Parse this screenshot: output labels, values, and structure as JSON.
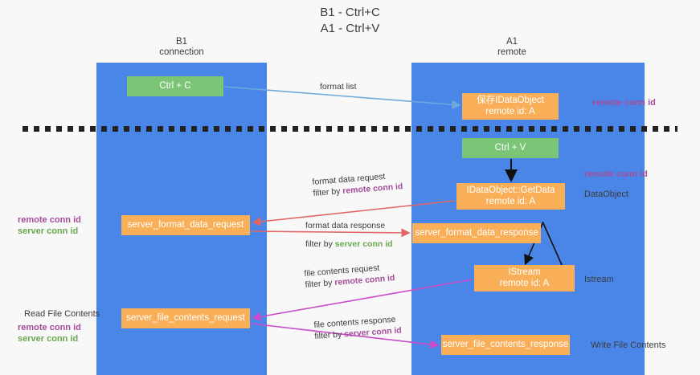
{
  "title": {
    "line1": "B1 - Ctrl+C",
    "line2": "A1 - Ctrl+V"
  },
  "lanes": {
    "b1": {
      "name": "B1",
      "role": "connection"
    },
    "a1": {
      "name": "A1",
      "role": "remote"
    }
  },
  "nodes": {
    "ctrl_c": {
      "line1": "Ctrl + C",
      "line2": ""
    },
    "idataobject": {
      "line1": "保存IDataObject",
      "line2": "remote id: A"
    },
    "ctrl_v": {
      "line1": "Ctrl + V",
      "line2": ""
    },
    "getdata": {
      "line1": "IDataObject::GetData",
      "line2": "remote id: A"
    },
    "server_format_data_request": {
      "line1": "server_format_data_request"
    },
    "server_format_data_response": {
      "line1": "server_format_data_response"
    },
    "istream": {
      "line1": "IStream",
      "line2": "remote id: A"
    },
    "server_file_contents_request": {
      "line1": "server_file_contents_request"
    },
    "server_file_contents_response": {
      "line1": "server_file_contents_response"
    }
  },
  "edge_labels": {
    "format_list": "format list",
    "format_data_request": "format data request",
    "format_data_request_filter_prefix": "filter by ",
    "format_data_request_filter_key": "remote conn id",
    "format_data_response": "format data response",
    "format_data_response_filter_prefix": "filter by ",
    "format_data_response_filter_key": "server conn id",
    "file_contents_request": "file contents request",
    "file_contents_request_filter_prefix": "filter by ",
    "file_contents_request_filter_key": "remote conn id",
    "file_contents_response": "file contents response",
    "file_contents_response_filter_prefix": "filter by ",
    "file_contents_response_filter_key": "server conn id"
  },
  "annotations": {
    "remote_conn_id_top": "remote conn id",
    "remote_conn_id_mid": "remote conn id",
    "dataobject": "DataObject",
    "istream": "Istream",
    "write_file_contents": "Write File Contents",
    "read_file_contents": "Read File Contents",
    "left_mid_remote": "remote conn id",
    "left_mid_server": "server conn id",
    "left_bot_remote": "remote conn id",
    "left_bot_server": "server conn id"
  },
  "colors": {
    "lane": "#4a86e8",
    "node_orange": "#f9ae58",
    "node_green": "#7cc576",
    "purple": "#a64d9a",
    "green_text": "#6aa84f",
    "arrow_blue": "#6fa8dc",
    "arrow_red": "#e06666",
    "arrow_magenta": "#c94bc9",
    "arrow_black": "#000000",
    "background": "#f8f8f8"
  }
}
